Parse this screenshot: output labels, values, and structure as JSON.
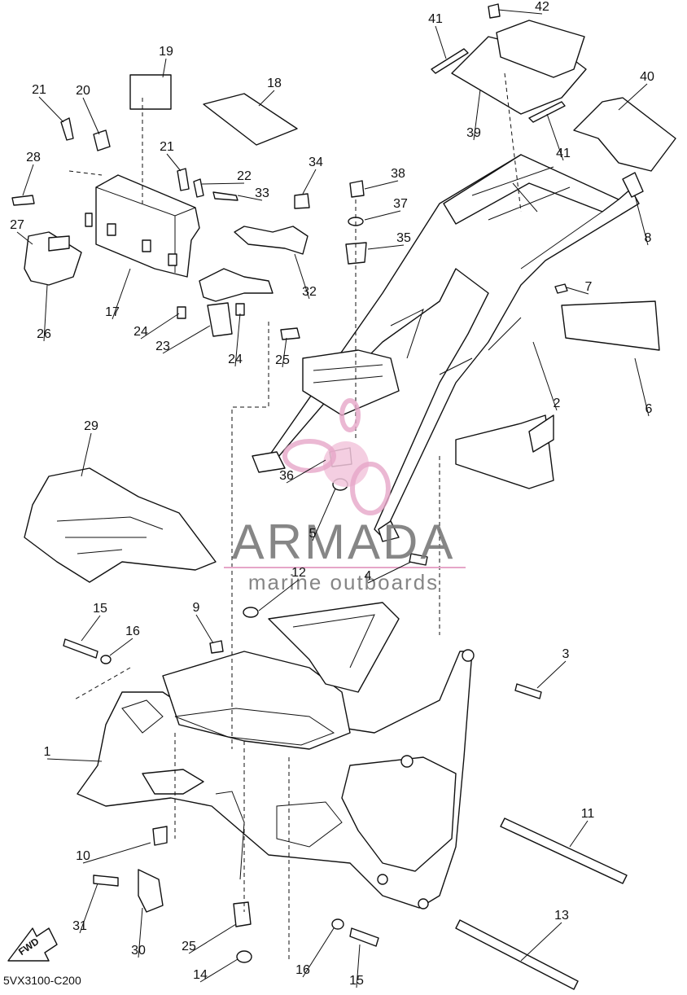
{
  "diagram": {
    "code": "5VX3100-C200",
    "fwd_label": "FWD",
    "callouts": [
      {
        "n": "42"
      },
      {
        "n": "41"
      },
      {
        "n": "40"
      },
      {
        "n": "39"
      },
      {
        "n": "41"
      },
      {
        "n": "19"
      },
      {
        "n": "18"
      },
      {
        "n": "21"
      },
      {
        "n": "20"
      },
      {
        "n": "21"
      },
      {
        "n": "22"
      },
      {
        "n": "34"
      },
      {
        "n": "38"
      },
      {
        "n": "37"
      },
      {
        "n": "8"
      },
      {
        "n": "28"
      },
      {
        "n": "33"
      },
      {
        "n": "35"
      },
      {
        "n": "7"
      },
      {
        "n": "27"
      },
      {
        "n": "26"
      },
      {
        "n": "17"
      },
      {
        "n": "32"
      },
      {
        "n": "24"
      },
      {
        "n": "24"
      },
      {
        "n": "23"
      },
      {
        "n": "25"
      },
      {
        "n": "6"
      },
      {
        "n": "2"
      },
      {
        "n": "29"
      },
      {
        "n": "36"
      },
      {
        "n": "5"
      },
      {
        "n": "12"
      },
      {
        "n": "4"
      },
      {
        "n": "15"
      },
      {
        "n": "16"
      },
      {
        "n": "9"
      },
      {
        "n": "3"
      },
      {
        "n": "1"
      },
      {
        "n": "11"
      },
      {
        "n": "10"
      },
      {
        "n": "31"
      },
      {
        "n": "30"
      },
      {
        "n": "13"
      },
      {
        "n": "25"
      },
      {
        "n": "16"
      },
      {
        "n": "14"
      },
      {
        "n": "15"
      }
    ]
  },
  "watermark": {
    "brand": "ARMADA",
    "tagline": "marine outboards",
    "color": "#e6a6c8"
  }
}
